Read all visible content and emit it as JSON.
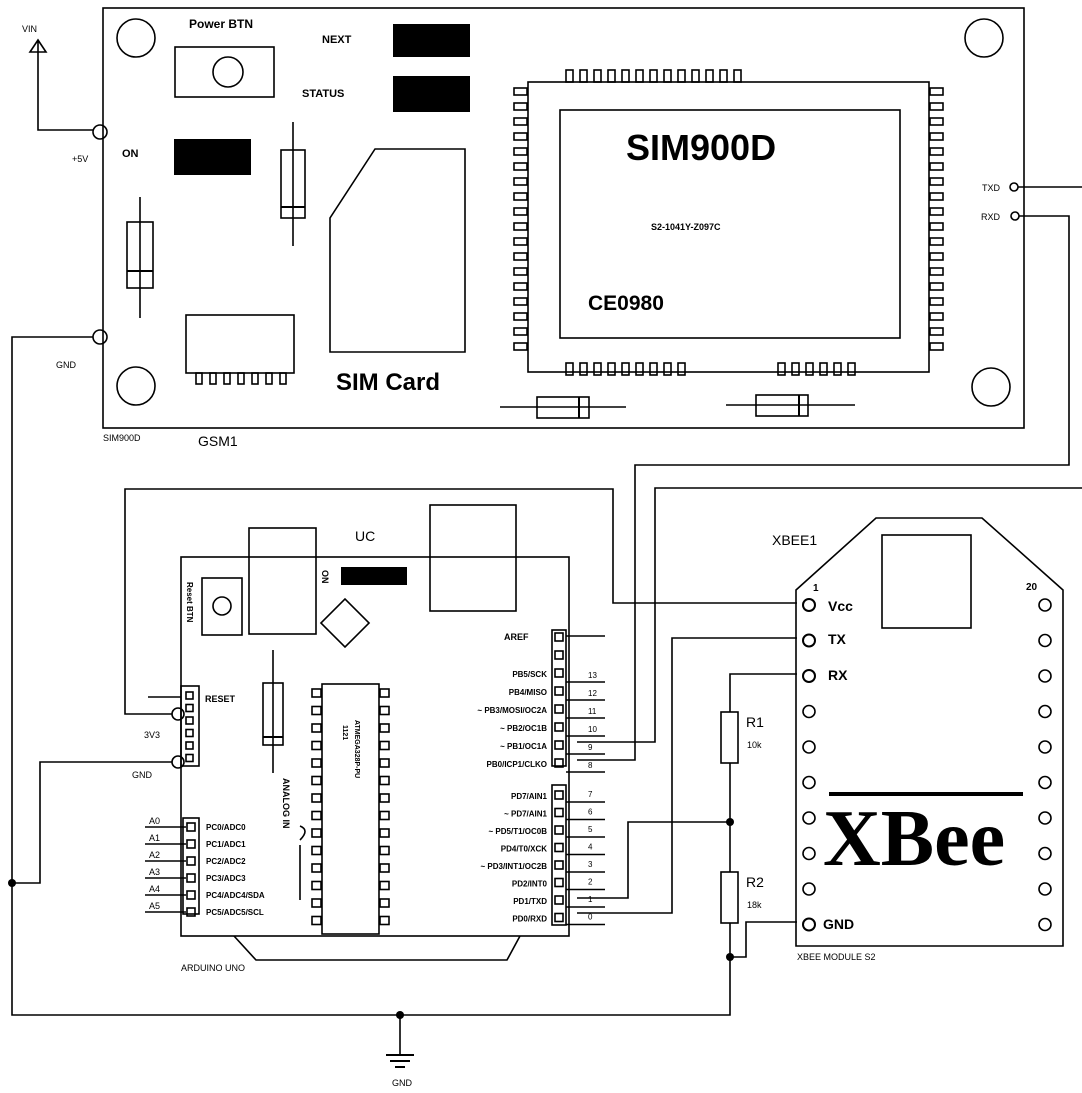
{
  "gsm": {
    "vin": "VIN",
    "plus5v": "+5V",
    "gnd": "GND",
    "power_btn": "Power BTN",
    "next": "NEXT",
    "status": "STATUS",
    "on": "ON",
    "sim_card": "SIM Card",
    "chip_name": "SIM900D",
    "chip_code": "S2-1041Y-Z097C",
    "chip_ce": "CE0980",
    "module_label": "SIM900D",
    "ref": "GSM1",
    "txd": "TXD",
    "rxd": "RXD"
  },
  "arduino": {
    "ref": "UC",
    "name": "ARDUINO UNO",
    "reset_btn": "Reset BTN",
    "on": "ON",
    "mcu": "ATMEGA328P-PU",
    "mcu_code": "1121",
    "analog_in": "ANALOG IN",
    "reset": "RESET",
    "v33": "3V3",
    "gnd": "GND",
    "analog_labels": [
      "A0",
      "A1",
      "A2",
      "A3",
      "A4",
      "A5"
    ],
    "analog_pins": [
      "PC0/ADC0",
      "PC1/ADC1",
      "PC2/ADC2",
      "PC3/ADC3",
      "PC4/ADC4/SDA",
      "PC5/ADC5/SCL"
    ],
    "aref": "AREF",
    "portb_pins": [
      "PB5/SCK",
      "PB4/MISO",
      "~ PB3/MOSI/OC2A",
      "~ PB2/OC1B",
      "~ PB1/OC1A",
      "PB0/ICP1/CLKO"
    ],
    "portb_nums": [
      "13",
      "12",
      "11",
      "10",
      "9",
      "8"
    ],
    "portd_pins": [
      "PD7/AIN1",
      "~ PD7/AIN1",
      "~ PD5/T1/OC0B",
      "PD4/T0/XCK",
      "~ PD3/INT1/OC2B",
      "PD2/INT0",
      "PD1/TXD",
      "PD0/RXD"
    ],
    "portd_nums": [
      "7",
      "6",
      "5",
      "4",
      "3",
      "2",
      "1",
      "0"
    ]
  },
  "xbee": {
    "ref": "XBEE1",
    "pin1": "1",
    "pin20": "20",
    "vcc": "Vcc",
    "tx": "TX",
    "rx": "RX",
    "gnd": "GND",
    "logo": "XBee",
    "module": "XBEE MODULE S2"
  },
  "resistors": {
    "r1": "R1",
    "r1_val": "10k",
    "r2": "R2",
    "r2_val": "18k"
  },
  "ground": {
    "label": "GND"
  }
}
